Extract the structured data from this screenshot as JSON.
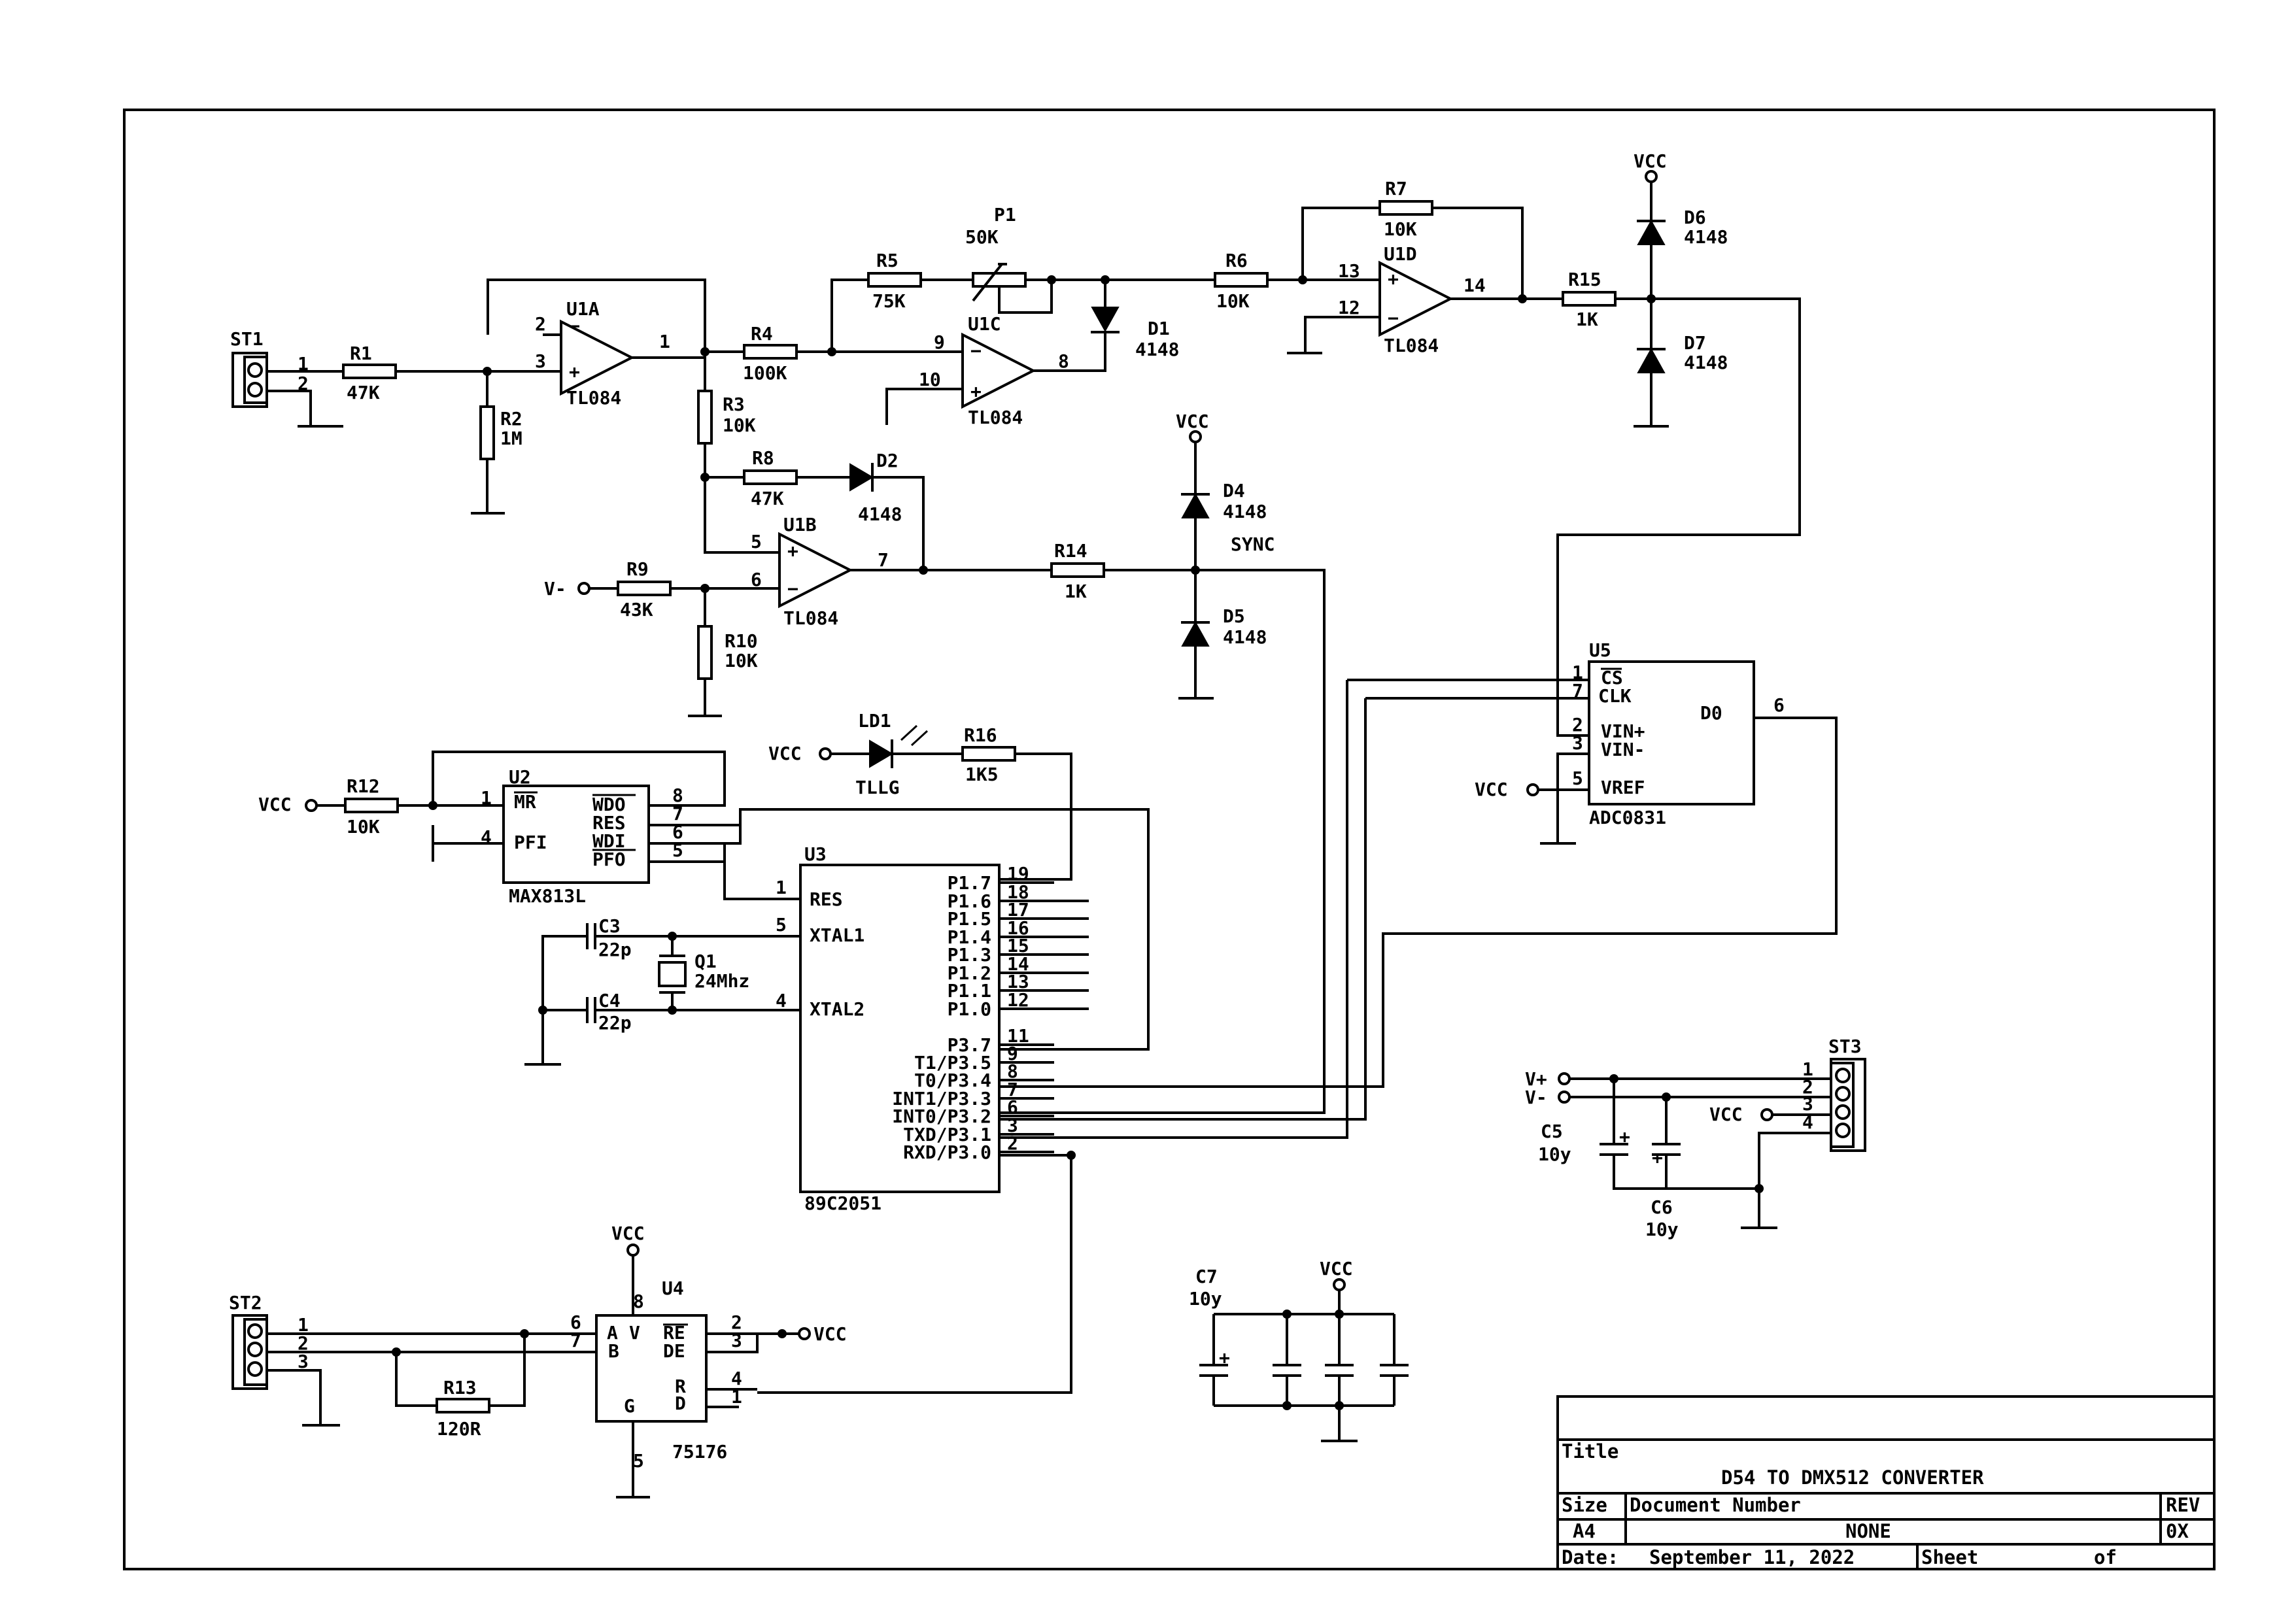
{
  "schematic": {
    "connectors": {
      "st1": "ST1",
      "st2": "ST2",
      "st3": "ST3"
    },
    "resistors": {
      "r1": {
        "ref": "R1",
        "value": "47K"
      },
      "r2": {
        "ref": "R2",
        "value": "1M"
      },
      "r3": {
        "ref": "R3",
        "value": "10K"
      },
      "r4": {
        "ref": "R4",
        "value": "100K"
      },
      "r5": {
        "ref": "R5",
        "value": "75K"
      },
      "r6": {
        "ref": "R6",
        "value": "10K"
      },
      "r7": {
        "ref": "R7",
        "value": "10K"
      },
      "r8": {
        "ref": "R8",
        "value": "47K"
      },
      "r9": {
        "ref": "R9",
        "value": "43K"
      },
      "r10": {
        "ref": "R10",
        "value": "10K"
      },
      "r12": {
        "ref": "R12",
        "value": "10K"
      },
      "r13": {
        "ref": "R13",
        "value": "120R"
      },
      "r14": {
        "ref": "R14",
        "value": "1K"
      },
      "r15": {
        "ref": "R15",
        "value": "1K"
      },
      "r16": {
        "ref": "R16",
        "value": "1K5"
      },
      "p1": {
        "ref": "P1",
        "value": "50K"
      }
    },
    "diodes": {
      "d1": {
        "ref": "D1",
        "value": "4148"
      },
      "d2": {
        "ref": "D2",
        "value": "4148"
      },
      "d4": {
        "ref": "D4",
        "value": "4148"
      },
      "d5": {
        "ref": "D5",
        "value": "4148"
      },
      "d6": {
        "ref": "D6",
        "value": "4148"
      },
      "d7": {
        "ref": "D7",
        "value": "4148"
      },
      "ld1": {
        "ref": "LD1",
        "value": "TLLG"
      }
    },
    "capacitors": {
      "c3": {
        "ref": "C3",
        "value": "22p"
      },
      "c4": {
        "ref": "C4",
        "value": "22p"
      },
      "c5": {
        "ref": "C5",
        "value": "10y"
      },
      "c6": {
        "ref": "C6",
        "value": "10y"
      },
      "c7": {
        "ref": "C7",
        "value": "10y"
      }
    },
    "crystal": {
      "ref": "Q1",
      "value": "24Mhz"
    },
    "opamps": {
      "u1a": {
        "ref": "U1A",
        "part": "TL084",
        "pins": [
          "2",
          "3",
          "1"
        ]
      },
      "u1b": {
        "ref": "U1B",
        "part": "TL084",
        "pins": [
          "5",
          "6",
          "7"
        ]
      },
      "u1c": {
        "ref": "U1C",
        "part": "TL084",
        "pins": [
          "9",
          "10",
          "8"
        ]
      },
      "u1d": {
        "ref": "U1D",
        "part": "TL084",
        "pins": [
          "13",
          "12",
          "14"
        ]
      }
    },
    "u2": {
      "ref": "U2",
      "part": "MAX813L",
      "left": [
        {
          "pin": "1",
          "label": "MR"
        },
        {
          "pin": "4",
          "label": "PFI"
        }
      ],
      "right": [
        {
          "pin": "8",
          "label": "WDO"
        },
        {
          "pin": "7",
          "label": "RES"
        },
        {
          "pin": "6",
          "label": "WDI"
        },
        {
          "pin": "5",
          "label": "PFO"
        }
      ]
    },
    "u3": {
      "ref": "U3",
      "part": "89C2051",
      "left": [
        {
          "pin": "1",
          "label": "RES"
        },
        {
          "pin": "5",
          "label": "XTAL1"
        },
        {
          "pin": "4",
          "label": "XTAL2"
        }
      ],
      "right": [
        {
          "pin": "19",
          "label": "P1.7"
        },
        {
          "pin": "18",
          "label": "P1.6"
        },
        {
          "pin": "17",
          "label": "P1.5"
        },
        {
          "pin": "16",
          "label": "P1.4"
        },
        {
          "pin": "15",
          "label": "P1.3"
        },
        {
          "pin": "14",
          "label": "P1.2"
        },
        {
          "pin": "13",
          "label": "P1.1"
        },
        {
          "pin": "12",
          "label": "P1.0"
        },
        {
          "pin": "11",
          "label": "P3.7"
        },
        {
          "pin": "9",
          "label": "T1/P3.5"
        },
        {
          "pin": "8",
          "label": "T0/P3.4"
        },
        {
          "pin": "7",
          "label": "INT1/P3.3"
        },
        {
          "pin": "6",
          "label": "INT0/P3.2"
        },
        {
          "pin": "3",
          "label": "TXD/P3.1"
        },
        {
          "pin": "2",
          "label": "RXD/P3.0"
        }
      ]
    },
    "u4": {
      "ref": "U4",
      "part": "75176",
      "left": [
        {
          "pin": "6",
          "label": "A"
        },
        {
          "pin": "7",
          "label": "B"
        }
      ],
      "right": [
        {
          "pin": "2",
          "label": "RE"
        },
        {
          "pin": "3",
          "label": "DE"
        },
        {
          "pin": "4",
          "label": "R"
        },
        {
          "pin": "1",
          "label": "D"
        }
      ],
      "top": {
        "pin": "8",
        "label": "V"
      },
      "bottom": {
        "pin": "5",
        "label": "G"
      }
    },
    "u5": {
      "ref": "U5",
      "part": "ADC0831",
      "left": [
        {
          "pin": "1",
          "label": "CS"
        },
        {
          "pin": "7",
          "label": "CLK"
        },
        {
          "pin": "2",
          "label": "VIN+"
        },
        {
          "pin": "3",
          "label": "VIN-"
        },
        {
          "pin": "5",
          "label": "VREF"
        }
      ],
      "right": [
        {
          "pin": "6",
          "label": "D0"
        }
      ]
    },
    "connector_pins": {
      "st1": [
        "1",
        "2"
      ],
      "st2": [
        "1",
        "2",
        "3"
      ],
      "st3": [
        "1",
        "2",
        "3",
        "4"
      ]
    },
    "nets": {
      "vcc": "VCC",
      "v_plus": "V+",
      "v_minus": "V-",
      "sync": "SYNC"
    }
  },
  "title_block": {
    "title_label": "Title",
    "title": "D54 TO DMX512 CONVERTER",
    "size_label": "Size",
    "size": "A4",
    "docnum_label": "Document Number",
    "docnum": "NONE",
    "rev_label": "REV",
    "rev": "0X",
    "date_label": "Date:",
    "date": "September 11, 2022",
    "sheet_label": "Sheet",
    "of_label": "of"
  }
}
